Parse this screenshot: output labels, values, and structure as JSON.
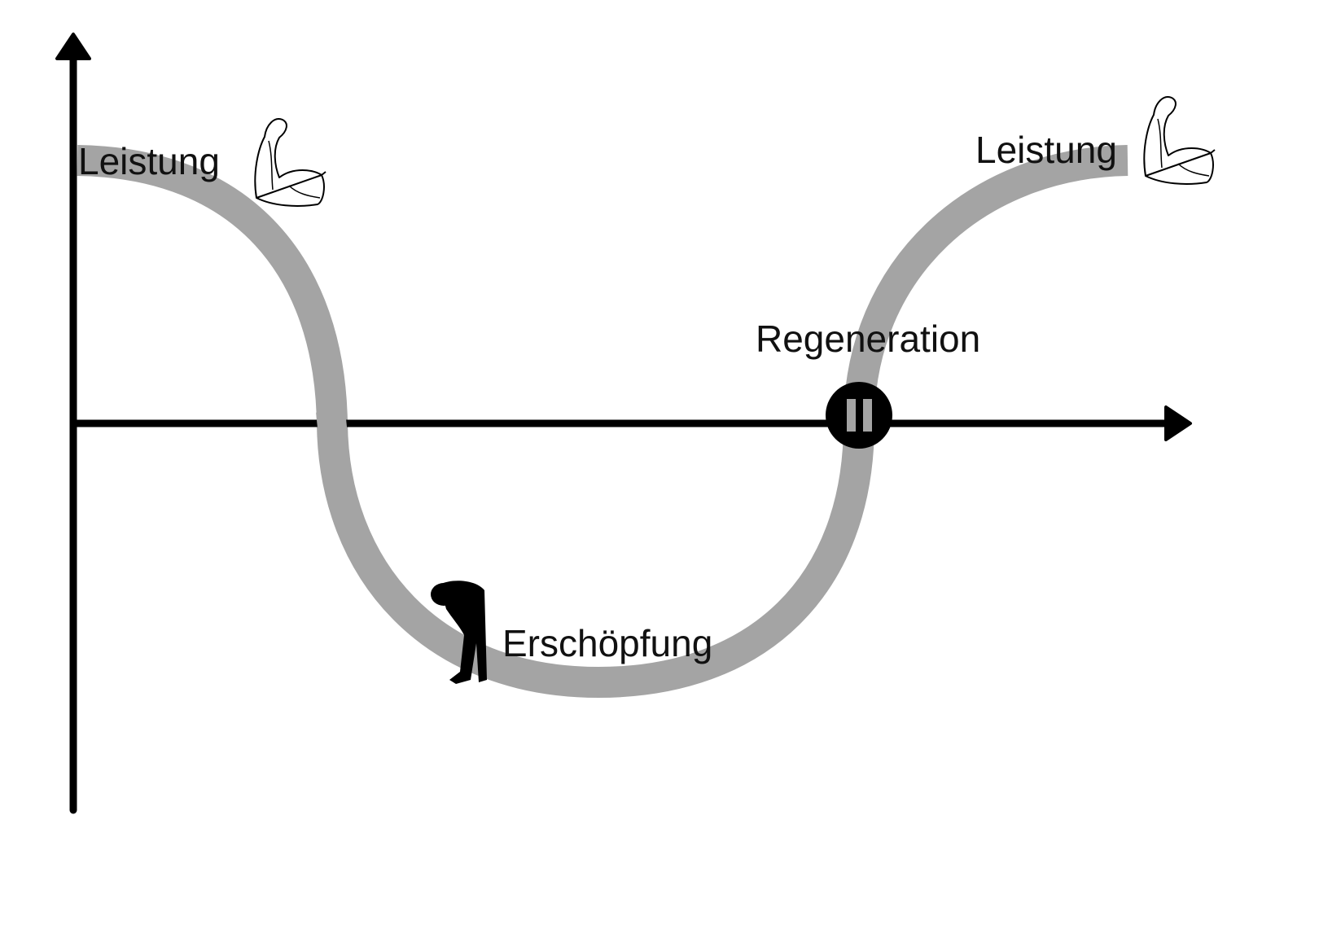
{
  "diagram": {
    "type": "performance-exhaustion-regeneration curve",
    "colors": {
      "axis": "#000000",
      "curve": "#a4a4a4",
      "text": "#111111",
      "background": "#ffffff"
    },
    "labels": {
      "performance_start": "Leistung",
      "exhaustion": "Erschöpfung",
      "regeneration": "Regeneration",
      "performance_end": "Leistung"
    },
    "icons": {
      "start": "flexed-bicep-icon",
      "exhaustion": "exhausted-person-icon",
      "regeneration": "pause-icon",
      "end": "flexed-bicep-icon"
    }
  }
}
